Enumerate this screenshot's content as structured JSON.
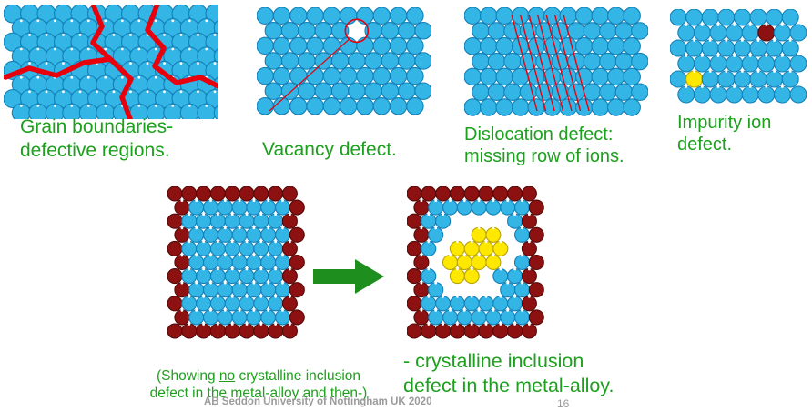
{
  "slide": {
    "captions": {
      "grain": "Grain boundaries-\ndefective regions.",
      "vacancy": "Vacancy defect.",
      "dislocation": "Dislocation defect:\nmissing row of ions.",
      "impurity": "Impurity ion\ndefect.",
      "before": {
        "pre": "(Showing ",
        "underlined": "no",
        "post": " crystalline inclusion\ndefect in the metal-alloy and then-)"
      },
      "after": "- crystalline inclusion\ndefect in the metal-alloy."
    },
    "footer": {
      "credit": "AB Seddon  University of Nottingham UK 2020",
      "page": "16"
    }
  },
  "colors": {
    "blue": "#33b5e5",
    "blueStroke": "#1480b8",
    "darkred": "#8e1111",
    "darkredStroke": "#560909",
    "yellow": "#ffe800",
    "yellowStroke": "#b9a300",
    "red": "#e8000d",
    "green": "#1da01d",
    "arrowGreen": "#1e8e1e",
    "gray": "#9b9b9b",
    "white": "#ffffff"
  },
  "diagrams": {
    "grain": {
      "rows": 8,
      "cols": 13
    },
    "vacancy": {
      "rows": 7,
      "cols": 10,
      "removed": [
        "1,5"
      ]
    },
    "dislocation": {
      "rows": 7,
      "cols": 11,
      "num_lines": 7
    },
    "impurity": {
      "rows": 6,
      "cols": 8,
      "special": {
        "1,5": "darkred",
        "4,1": "yellow"
      }
    },
    "crystal_before": {
      "rows": 11,
      "cols": 9
    },
    "crystal_after": {
      "rows": 11,
      "cols": 9,
      "special": {
        "3,4": "yellow",
        "3,5": "yellow",
        "4,3": "yellow",
        "4,4": "yellow",
        "4,5": "yellow",
        "4,6": "yellow",
        "5,2": "yellow",
        "5,3": "yellow",
        "5,4": "yellow",
        "5,5": "yellow",
        "6,3": "yellow",
        "6,4": "yellow"
      },
      "removed": [
        "2,3",
        "2,4",
        "2,5",
        "2,6",
        "3,2",
        "3,3",
        "3,6",
        "4,2",
        "4,7",
        "5,1",
        "5,6",
        "6,2",
        "6,5",
        "7,2",
        "7,3",
        "7,4",
        "7,5"
      ]
    }
  }
}
